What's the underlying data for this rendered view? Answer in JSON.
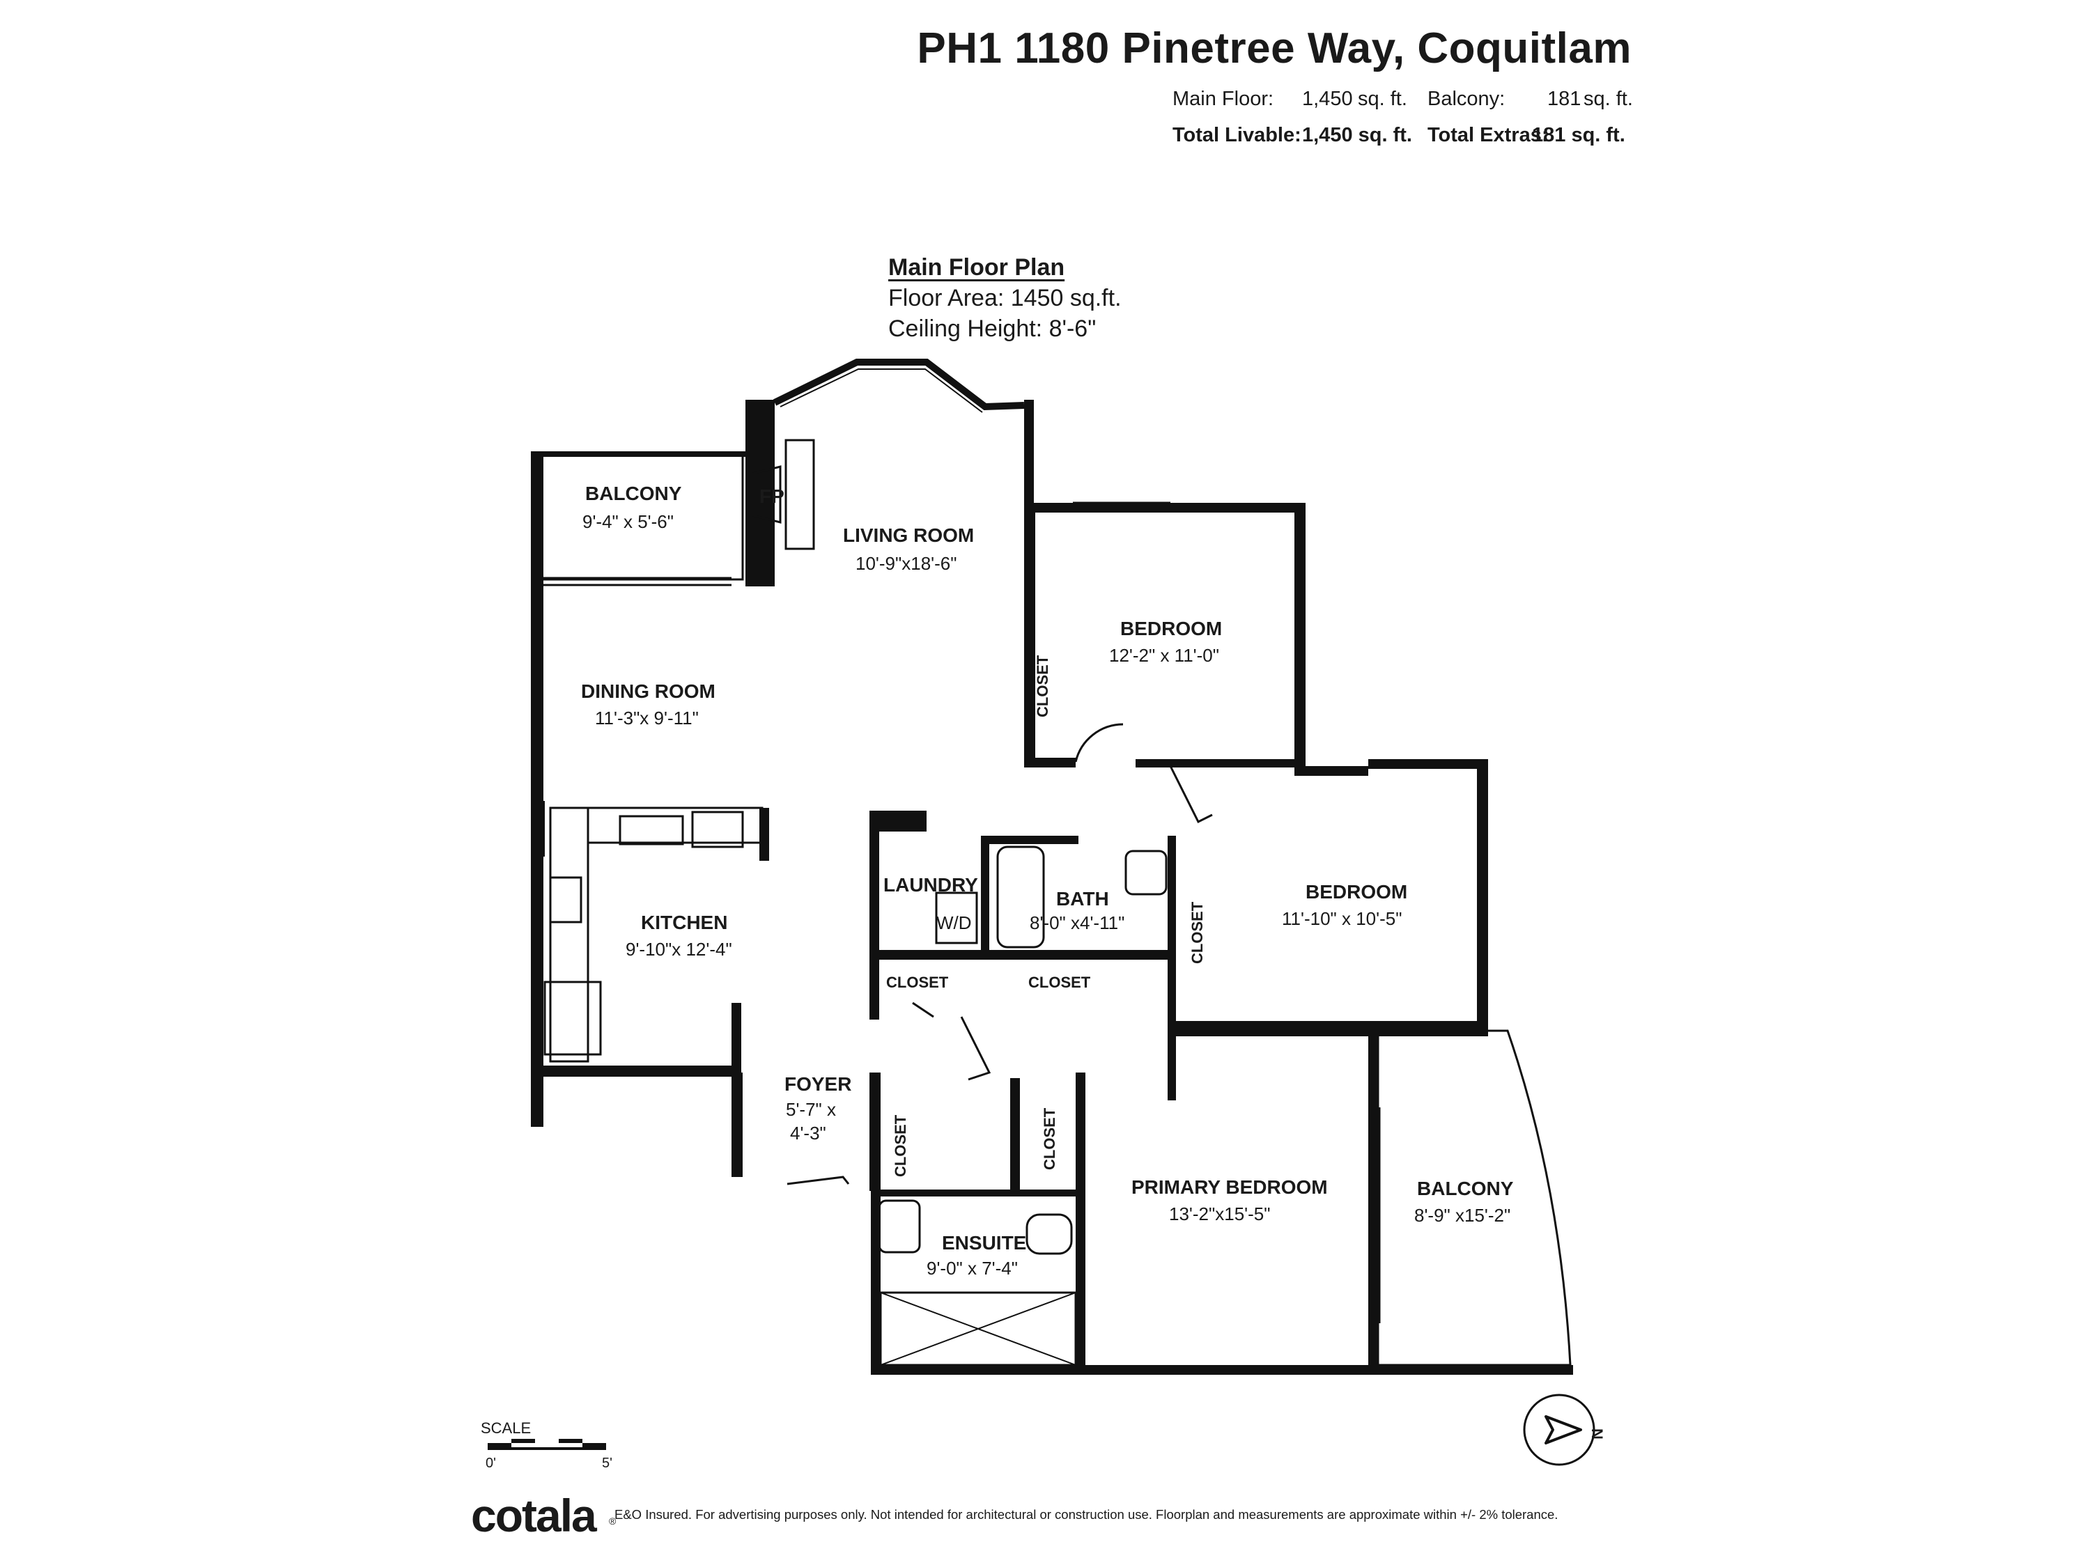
{
  "header": {
    "title": "PH1 1180 Pinetree Way, Coquitlam",
    "main_floor_label": "Main Floor:",
    "main_floor_value": "1,450",
    "unit": "sq. ft.",
    "balcony_label": "Balcony:",
    "balcony_value": "181",
    "total_livable_label": "Total Livable:",
    "total_livable_value": "1,450 sq. ft.",
    "total_extras_label": "Total Extras:",
    "total_extras_value": "181 sq. ft."
  },
  "plan_info": {
    "title": "Main Floor Plan",
    "floor_area": "Floor Area: 1450 sq.ft.",
    "ceiling_height": "Ceiling Height: 8'-6\""
  },
  "rooms": {
    "balcony_west": {
      "name": "BALCONY",
      "dims": "9'-4\" x 5'-6\""
    },
    "fireplace": "FP",
    "living_room": {
      "name": "LIVING ROOM",
      "dims": "10'-9\"x18'-6\""
    },
    "bedroom_1": {
      "name": "BEDROOM",
      "dims": "12'-2\" x 11'-0\""
    },
    "dining_room": {
      "name": "DINING ROOM",
      "dims": "11'-3\"x 9'-11\""
    },
    "kitchen": {
      "name": "KITCHEN",
      "dims": "9'-10\"x 12'-4\""
    },
    "laundry": {
      "name": "LAUNDRY",
      "appliance": "W/D"
    },
    "bath": {
      "name": "BATH",
      "dims": "8'-0\" x4'-11\""
    },
    "bedroom_2": {
      "name": "BEDROOM",
      "dims": "11'-10\" x 10'-5\""
    },
    "closet": "CLOSET",
    "foyer": {
      "name": "FOYER",
      "dims_line1": "5'-7\" x",
      "dims_line2": "4'-3\""
    },
    "primary_bedroom": {
      "name": "PRIMARY BEDROOM",
      "dims": "13'-2\"x15'-5\""
    },
    "balcony_east": {
      "name": "BALCONY",
      "dims": "8'-9\" x15'-2\""
    },
    "ensuite": {
      "name": "ENSUITE",
      "dims": "9'-0\" x 7'-4\""
    }
  },
  "scale": {
    "label": "SCALE",
    "zero": "0'",
    "five": "5'"
  },
  "compass": {
    "north": "N"
  },
  "footer": {
    "logo": "cotala",
    "logo_mark": "®",
    "disclaimer": "E&O Insured. For advertising purposes only. Not intended for architectural or construction use. Floorplan and measurements are approximate within +/- 2% tolerance."
  },
  "colors": {
    "wall": "#111111",
    "text": "#1a1a1a",
    "background": "#ffffff"
  }
}
